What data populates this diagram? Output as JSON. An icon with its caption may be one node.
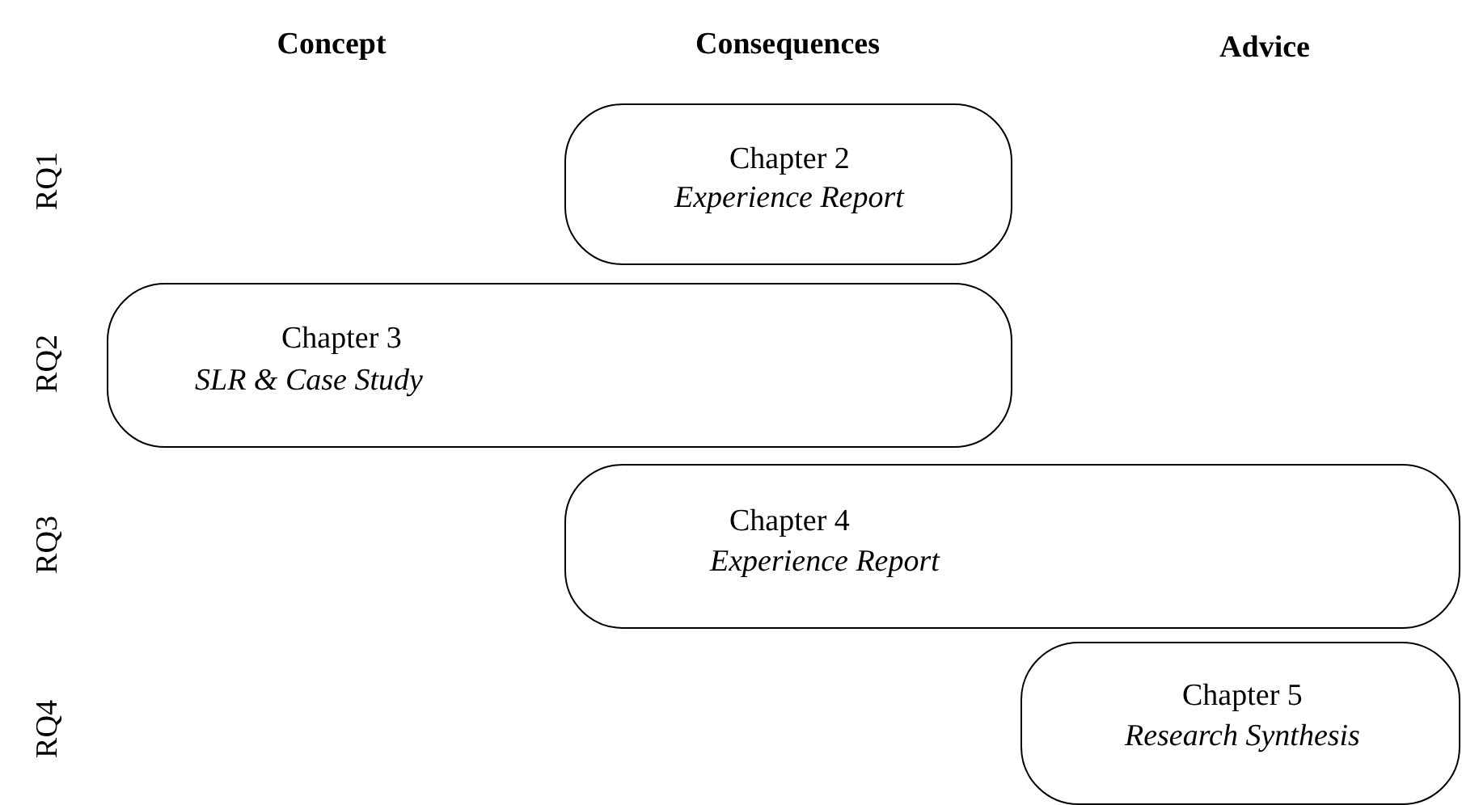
{
  "diagram": {
    "nodes": [
      {
        "text": [
          "Chapter 2",
          "Experience Report"
        ]
      },
      {
        "text": [
          "Chapter 3",
          "SLR & Case Study"
        ]
      },
      {
        "text": [
          "Chapter 4",
          "Experience Report"
        ]
      },
      {
        "text": [
          "Chapter 5",
          "Research Synthesis"
        ]
      }
    ],
    "labels": [
      "Concept",
      "Consequences",
      "Advice",
      "RQ1",
      "RQ2",
      "RQ3",
      "RQ4"
    ]
  }
}
